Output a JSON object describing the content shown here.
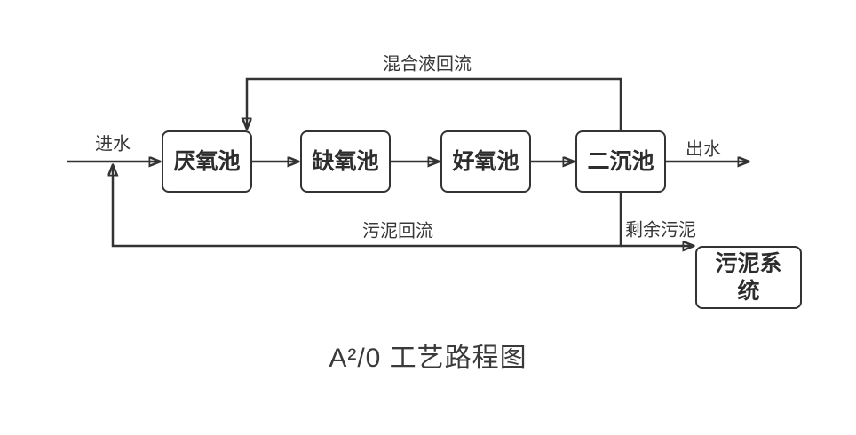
{
  "diagram": {
    "title": "A²/0 工艺路程图",
    "nodes": [
      {
        "id": "anaerobic-tank",
        "label": "厌氧池"
      },
      {
        "id": "anoxic-tank",
        "label": "缺氧池"
      },
      {
        "id": "aerobic-tank",
        "label": "好氧池"
      },
      {
        "id": "secondary-clarifier",
        "label": "二沉池"
      },
      {
        "id": "sludge-system",
        "label": "污泥系统"
      }
    ],
    "flow_labels": {
      "influent": "进水",
      "effluent": "出水",
      "mixed_liquor_recycle": "混合液回流",
      "sludge_return": "污泥回流",
      "excess_sludge": "剩余污泥"
    },
    "edges": [
      {
        "from": "influent",
        "to": "anaerobic-tank",
        "label_key": "influent"
      },
      {
        "from": "anaerobic-tank",
        "to": "anoxic-tank"
      },
      {
        "from": "anoxic-tank",
        "to": "aerobic-tank"
      },
      {
        "from": "aerobic-tank",
        "to": "secondary-clarifier"
      },
      {
        "from": "secondary-clarifier",
        "to": "effluent",
        "label_key": "effluent"
      },
      {
        "from": "secondary-clarifier",
        "to": "anaerobic-tank",
        "label_key": "mixed_liquor_recycle"
      },
      {
        "from": "secondary-clarifier",
        "to": "influent-line",
        "label_key": "sludge_return"
      },
      {
        "from": "secondary-clarifier",
        "to": "sludge-system",
        "label_key": "excess_sludge"
      }
    ],
    "colors": {
      "line": "#333333",
      "box_border": "#333333",
      "text": "#303030",
      "background": "#ffffff"
    }
  }
}
